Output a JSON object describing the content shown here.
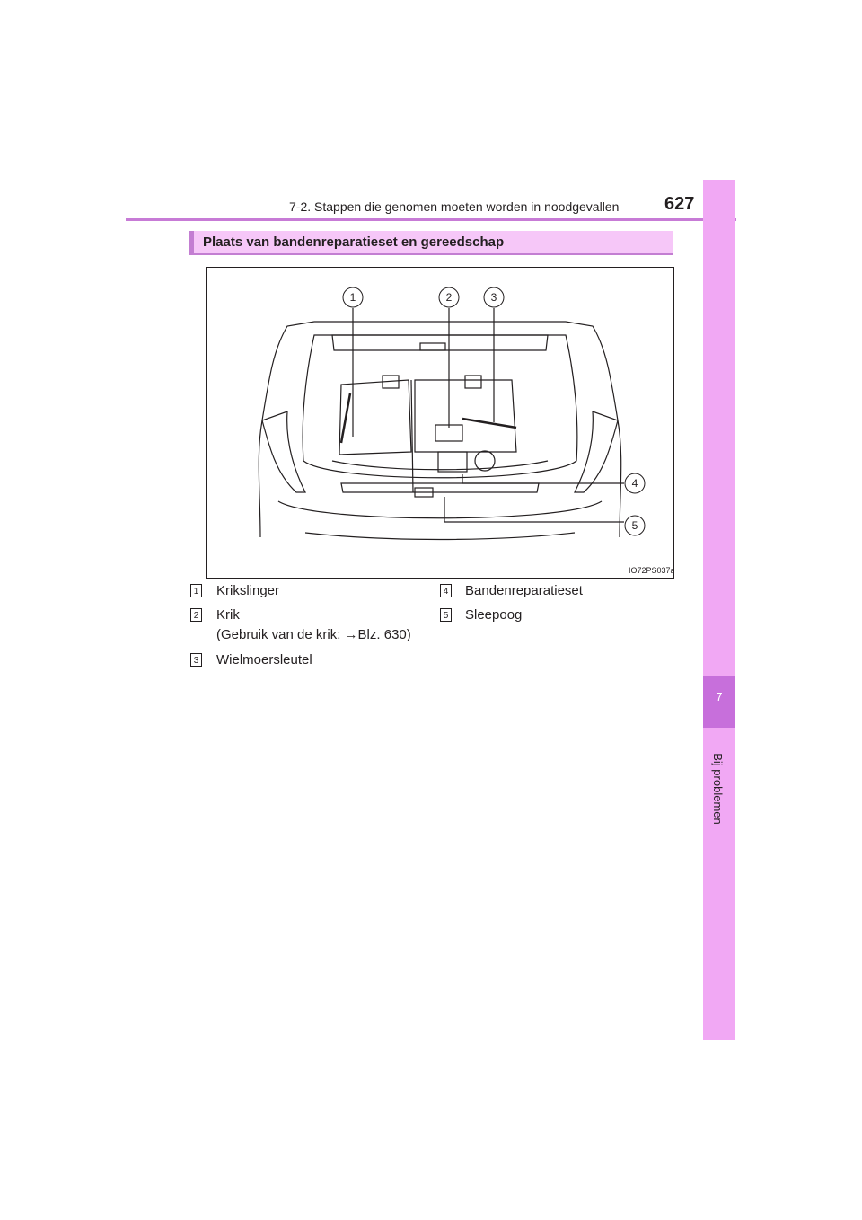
{
  "header": {
    "title": "7-2. Stappen die genomen moeten worden in noodgevallen",
    "page_number": "627"
  },
  "side_tab": {
    "chapter_number": "7",
    "chapter_label": "Bij problemen"
  },
  "section": {
    "heading": "Plaats van bandenreparatieset en gereedschap"
  },
  "figure": {
    "code": "IO72PS037a",
    "callouts": [
      "1",
      "2",
      "3",
      "4",
      "5"
    ]
  },
  "legend": [
    {
      "num": "1",
      "label": "Krikslinger",
      "sub": ""
    },
    {
      "num": "2",
      "label": "Krik",
      "sub": "(Gebruik van de krik: →Blz. 630)"
    },
    {
      "num": "3",
      "label": "Wielmoersleutel",
      "sub": ""
    },
    {
      "num": "4",
      "label": "Bandenreparatieset",
      "sub": ""
    },
    {
      "num": "5",
      "label": "Sleepoog",
      "sub": ""
    }
  ]
}
